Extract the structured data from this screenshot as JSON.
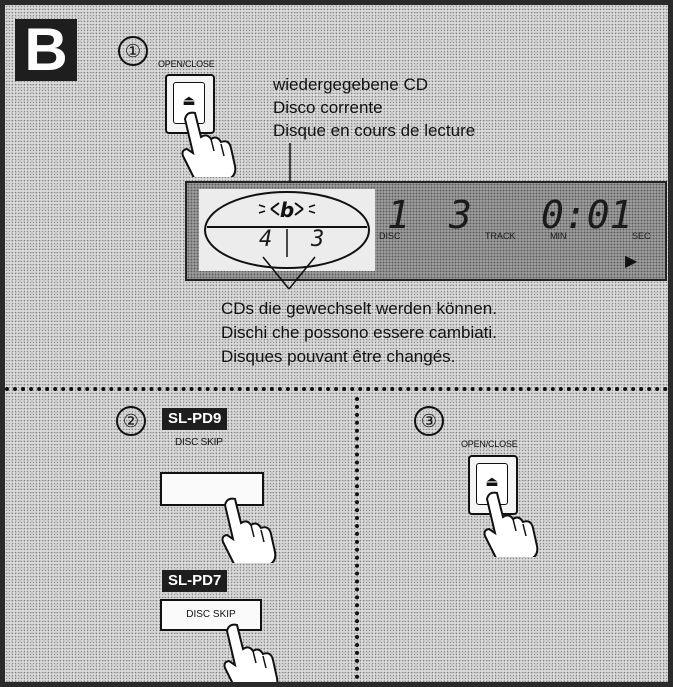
{
  "section": "B",
  "step1": {
    "number": "①",
    "button_label": "OPEN/CLOSE",
    "eject_symbol": "⏏",
    "callout": [
      "wiedergegebene CD",
      "Disco corrente",
      "Disque en cours de lecture"
    ]
  },
  "display": {
    "disc_numbers": [
      "4",
      "3"
    ],
    "disc_value": "1",
    "disc_label": "DISC",
    "track_value": "3",
    "track_label": "TRACK",
    "time_value": "0:01",
    "min_label": "MIN",
    "sec_label": "SEC",
    "play_symbol": "▶"
  },
  "changeable": [
    "CDs die gewechselt werden können.",
    "Dischi che possono essere cambiati.",
    "Disques pouvant être changés."
  ],
  "step2": {
    "number": "②",
    "model1": "SL-PD9",
    "button1_label": "DISC SKIP",
    "model2": "SL-PD7",
    "button2_label": "DISC SKIP"
  },
  "step3": {
    "number": "③",
    "button_label": "OPEN/CLOSE",
    "eject_symbol": "⏏"
  }
}
